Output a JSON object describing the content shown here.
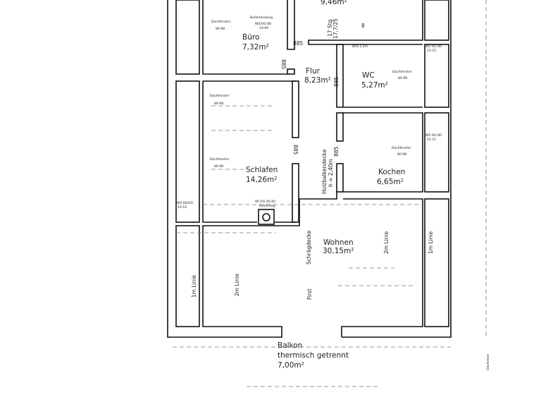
{
  "rooms": {
    "top": {
      "area": "9,46m²"
    },
    "buero": {
      "name": "Büro",
      "area": "7,32m²"
    },
    "flur": {
      "name": "Flur",
      "area": "8,23m²"
    },
    "wc": {
      "name": "WC",
      "area": "5,27m²"
    },
    "schlafen": {
      "name": "Schlafen",
      "area": "14,26m²"
    },
    "kochen": {
      "name": "Kochen",
      "area": "6,65m²"
    },
    "wohnen": {
      "name": "Wohnen",
      "area": "30,15m²"
    },
    "balkon": {
      "name": "Balkon",
      "note": "thermisch getrennt",
      "area": "7,00m²"
    }
  },
  "labels": {
    "door_width": "885",
    "stair_1": "17 Stg",
    "stair_2": "17,7/25",
    "stair_num": "8",
    "dachfenster": "Dachfenster",
    "dachfenster_size_a": "80-98",
    "dachfenster_size_b": "80-98",
    "bodenheizung": "Bodenheizung",
    "ws_buero": "WS/OO 80",
    "ws_buero_2": "10-00",
    "ws_wc": "WS OO 80",
    "ws_wc_2": "15-15",
    "ws_kochen": "WS OO 80",
    "ws_kochen_2": "15-15",
    "ws_left": "WS 80/OO",
    "ws_left_2": "10-10",
    "brs": "BRS 1,5m",
    "kamin": "90 OO 40-40",
    "kaminzug": "Kaminzug",
    "holzbalkendecke": "Holzbalkendecke",
    "hoehe": "h = 2,40m",
    "one_m_line": "1m Linie",
    "two_m_line": "2m Linie",
    "first": "First",
    "schraegdecke": "Schrägdecke",
    "dachrinne": "Dachrinne"
  }
}
